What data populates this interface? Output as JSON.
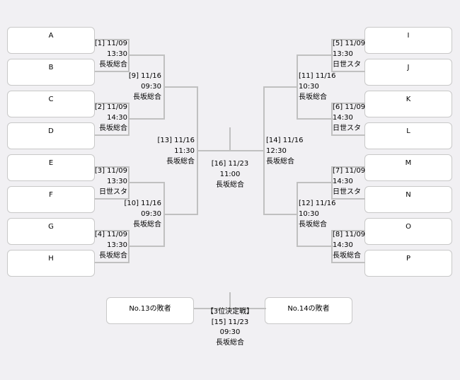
{
  "teams_left": [
    "A",
    "B",
    "C",
    "D",
    "E",
    "F",
    "G",
    "H"
  ],
  "teams_right": [
    "I",
    "J",
    "K",
    "L",
    "M",
    "N",
    "O",
    "P"
  ],
  "matches": {
    "m1": {
      "id": "[1] 11/09",
      "time": "13:30",
      "venue": "長坂総合"
    },
    "m2": {
      "id": "[2] 11/09",
      "time": "14:30",
      "venue": "長坂総合"
    },
    "m3": {
      "id": "[3] 11/09",
      "time": "13:30",
      "venue": "日世スタ"
    },
    "m4": {
      "id": "[4] 11/09",
      "time": "13:30",
      "venue": "長坂総合"
    },
    "m5": {
      "id": "[5] 11/09",
      "time": "13:30",
      "venue": "日世スタ"
    },
    "m6": {
      "id": "[6] 11/09",
      "time": "14:30",
      "venue": "日世スタ"
    },
    "m7": {
      "id": "[7] 11/09",
      "time": "14:30",
      "venue": "日世スタ"
    },
    "m8": {
      "id": "[8] 11/09",
      "time": "14:30",
      "venue": "長坂総合"
    },
    "m9": {
      "id": "[9] 11/16",
      "time": "09:30",
      "venue": "長坂総合"
    },
    "m10": {
      "id": "[10] 11/16",
      "time": "09:30",
      "venue": "長坂総合"
    },
    "m11": {
      "id": "[11] 11/16",
      "time": "10:30",
      "venue": "長坂総合"
    },
    "m12": {
      "id": "[12] 11/16",
      "time": "10:30",
      "venue": "長坂総合"
    },
    "m13": {
      "id": "[13] 11/16",
      "time": "11:30",
      "venue": "長坂総合"
    },
    "m14": {
      "id": "[14] 11/16",
      "time": "12:30",
      "venue": "長坂総合"
    },
    "m16": {
      "id": "[16] 11/23",
      "time": "11:00",
      "venue": "長坂総合"
    },
    "m15": {
      "title": "【3位決定戦】",
      "id": "[15] 11/23",
      "time": "09:30",
      "venue": "長坂総合"
    }
  },
  "third_place": {
    "left": "No.13の敗者",
    "right": "No.14の敗者"
  }
}
